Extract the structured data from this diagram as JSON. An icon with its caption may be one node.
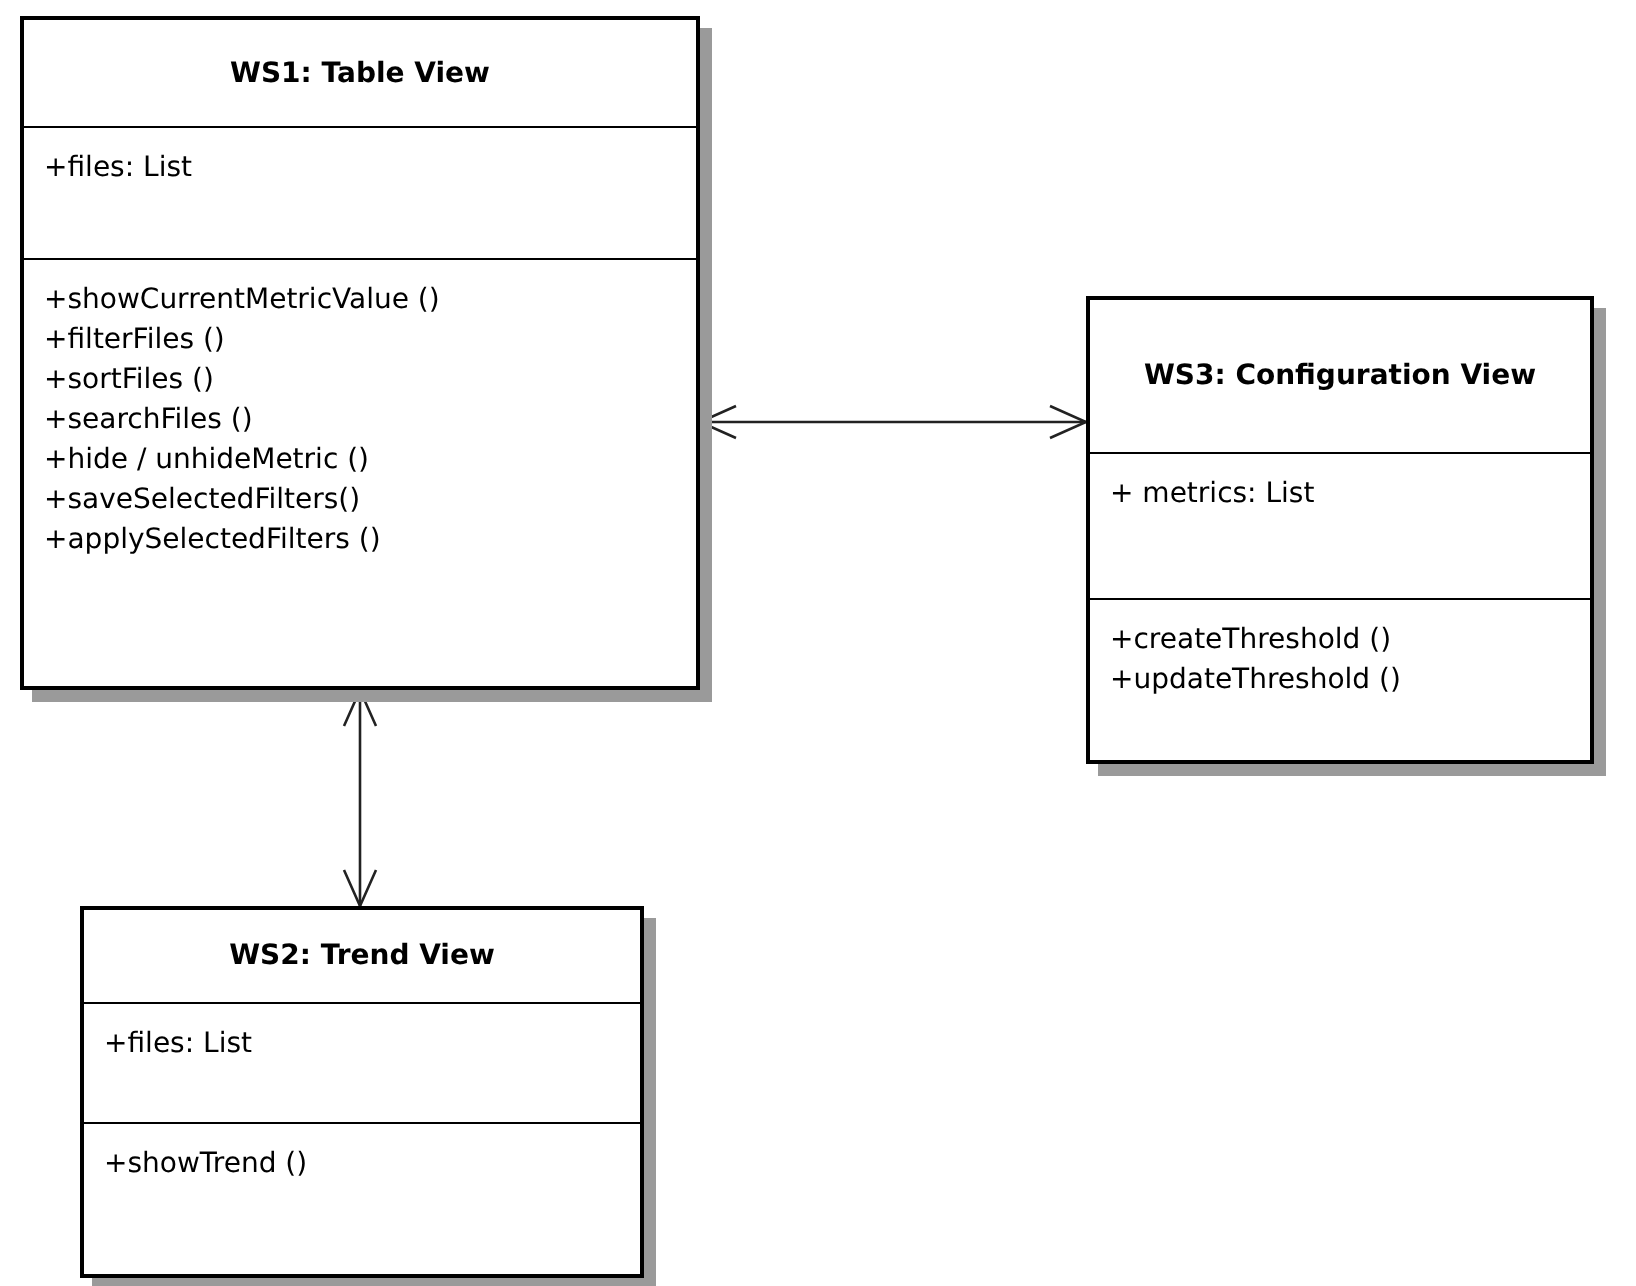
{
  "diagram": {
    "nodes": [
      {
        "text": [
          "WS1: Table View"
        ]
      },
      {
        "text": [
          "+files: List"
        ],
        "in": 0
      },
      {
        "text": [
          "+showCurrentMetricValue ()",
          "+filterFiles ()",
          "+sortFiles ()",
          "+searchFiles ()",
          "+hide / unhideMetric ()",
          "+saveSelectedFilters()",
          "+applySelectedFilters ()"
        ],
        "in": 0
      },
      {
        "text": [
          "WS2: Trend View"
        ]
      },
      {
        "text": [
          "+files: List"
        ],
        "in": 3
      },
      {
        "text": [
          "+showTrend ()"
        ],
        "in": 3
      },
      {
        "text": [
          "WS3: Configuration View"
        ]
      },
      {
        "text": [
          "+ metrics: List"
        ],
        "in": 6
      },
      {
        "text": [
          "+createThreshold ()",
          "+updateThreshold ()"
        ],
        "in": 6
      }
    ],
    "edges": [
      {
        "from": 0,
        "to": 6,
        "arrow": "both"
      },
      {
        "from": 0,
        "to": 3,
        "arrow": "both"
      }
    ]
  }
}
